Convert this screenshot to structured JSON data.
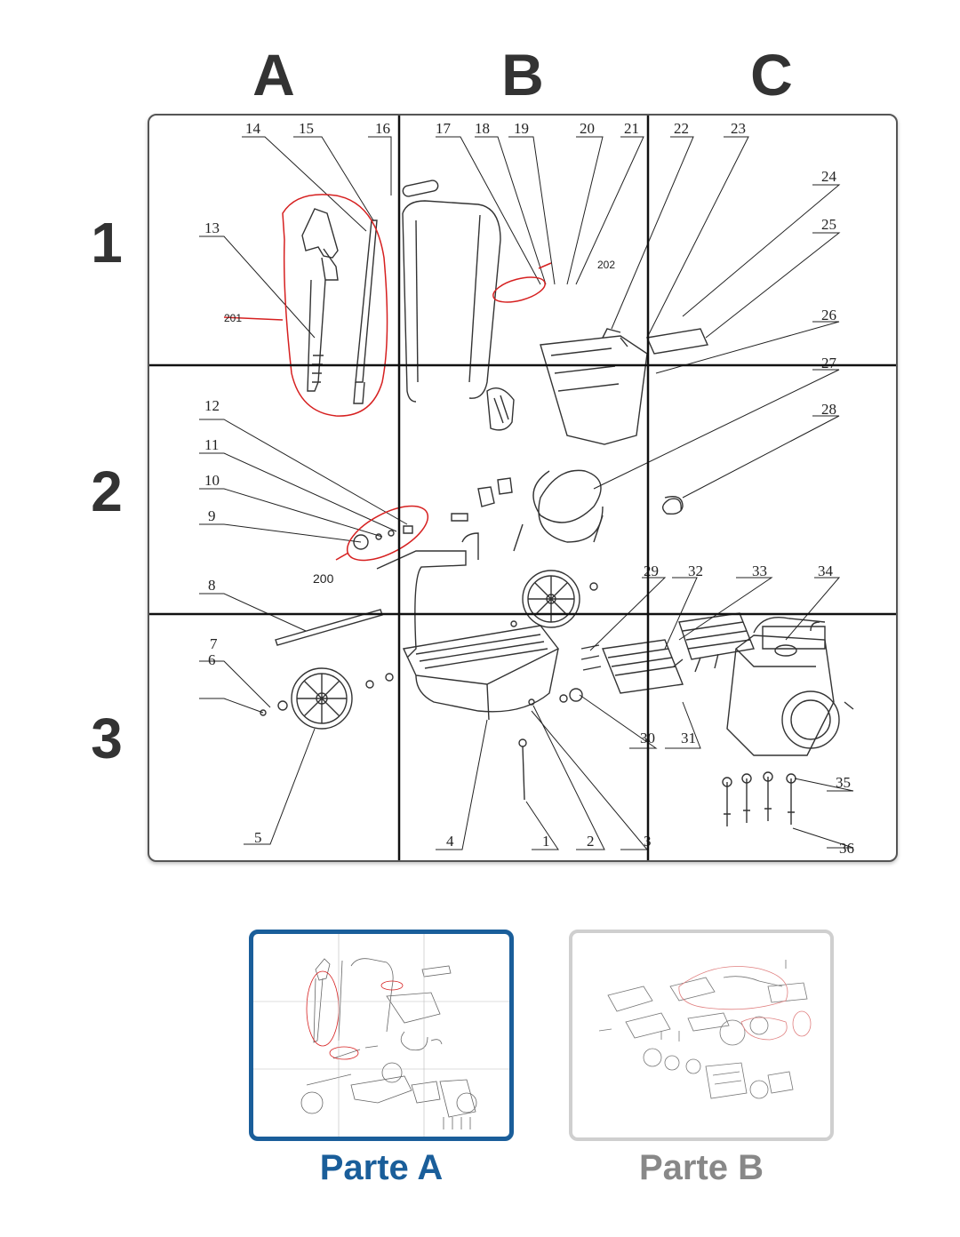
{
  "grid": {
    "columns": [
      "A",
      "B",
      "C"
    ],
    "rows": [
      "1",
      "2",
      "3"
    ]
  },
  "diagram": {
    "part_numbers": [
      "1",
      "2",
      "3",
      "4",
      "5",
      "6",
      "7",
      "8",
      "9",
      "10",
      "11",
      "12",
      "13",
      "14",
      "15",
      "16",
      "17",
      "18",
      "19",
      "20",
      "21",
      "22",
      "23",
      "24",
      "25",
      "26",
      "27",
      "28",
      "29",
      "30",
      "31",
      "32",
      "33",
      "34",
      "35",
      "36"
    ],
    "group_labels": [
      "200",
      "201",
      "202"
    ]
  },
  "tabs": [
    {
      "label": "Parte A",
      "selected": true
    },
    {
      "label": "Parte B",
      "selected": false
    }
  ],
  "colors": {
    "selected": "#1a5e9a",
    "unselected": "#888888",
    "unselected_border": "#cfcfcf",
    "grid_line": "#111111",
    "highlight": "#d62020"
  }
}
